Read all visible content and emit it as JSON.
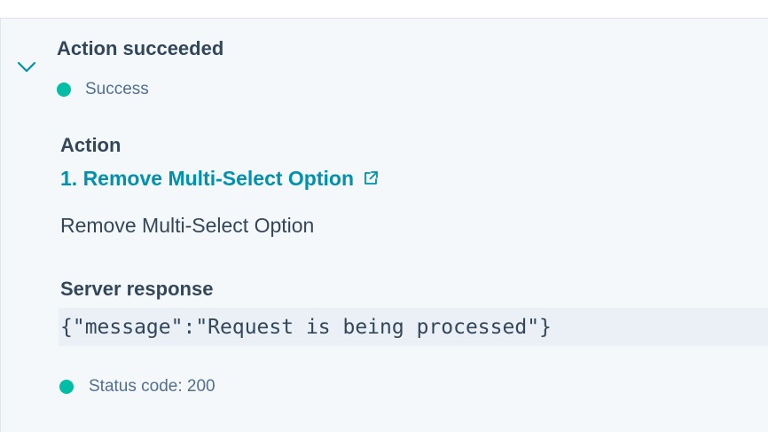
{
  "header": {
    "title": "Action succeeded",
    "status": "Success"
  },
  "action": {
    "label": "Action",
    "link_text": "1. Remove Multi-Select Option",
    "description": "Remove Multi-Select Option"
  },
  "server": {
    "label": "Server response",
    "response": "{\"message\":\"Request is being processed\"}",
    "status_code": "Status code: 200"
  },
  "colors": {
    "success": "#00bda5",
    "link": "#0091ae",
    "text": "#33475b",
    "muted": "#516f90",
    "panel_bg": "#f5f8fa",
    "code_bg": "#eaf0f6"
  },
  "icons": {
    "collapse": "chevron-down-icon",
    "external_link": "external-link-icon"
  }
}
